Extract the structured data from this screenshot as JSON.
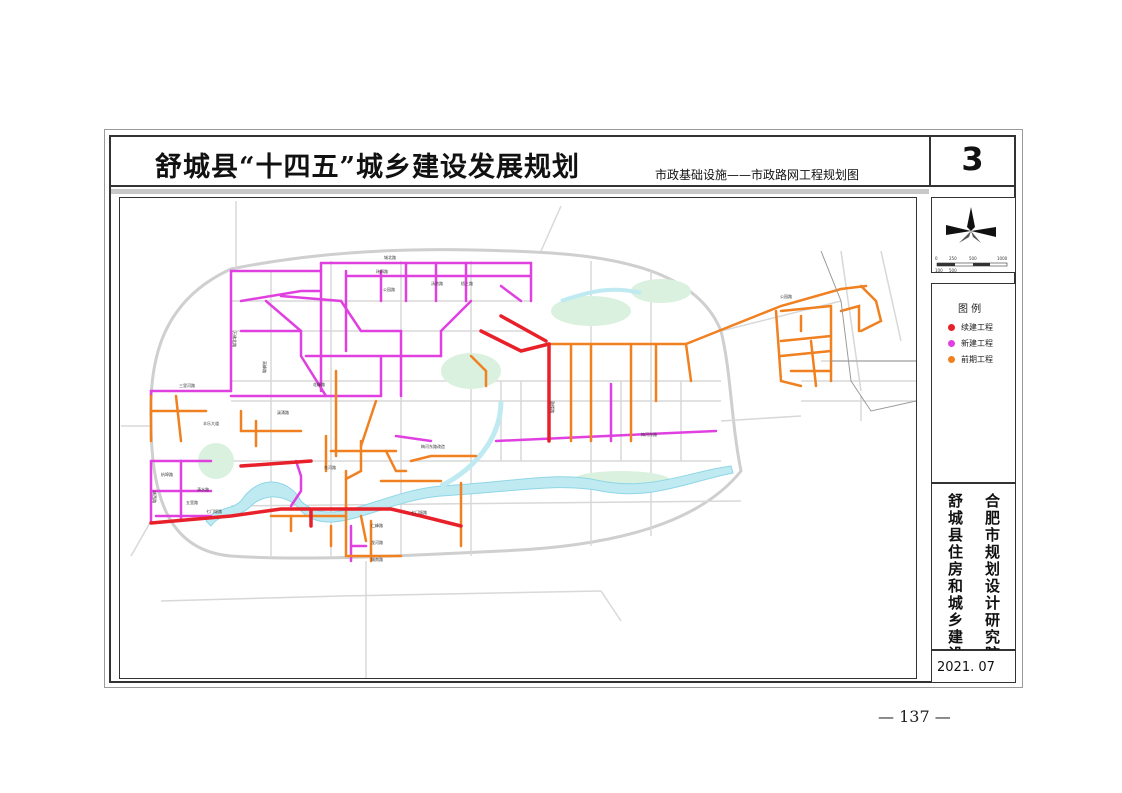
{
  "title": {
    "main": "舒城县“十四五”城乡建设发展规划",
    "sub": "市政基础设施——市政路网工程规划图",
    "sheet_number": "3"
  },
  "legend": {
    "title": "图  例",
    "items": [
      {
        "label": "续建工程",
        "color": "#e8202a"
      },
      {
        "label": "新建工程",
        "color": "#e040e0"
      },
      {
        "label": "前期工程",
        "color": "#f08020"
      }
    ]
  },
  "scale": {
    "labels": [
      "0",
      "250",
      "500",
      "1000",
      "100",
      "500"
    ]
  },
  "credits": {
    "designer": "合肥市规划设计研究院",
    "owner": "舒城县住房和城乡建设局"
  },
  "date": "2021. 07",
  "page_number": "— 137 —",
  "colors": {
    "continuing": "#e8202a",
    "new": "#e040e0",
    "preliminary": "#f08020",
    "river": "#bfeaf2",
    "base_road": "#d8d8d8"
  },
  "road_labels": {
    "r1": "城北路",
    "r2": "玮四路",
    "r3": "公园路",
    "r4": "汤池路",
    "r5": "梧三路",
    "r6": "万佛北路",
    "r7": "高峰路",
    "r8": "花峰路",
    "r9": "梅河东路",
    "r10": "七门堰路",
    "r11": "仁峰路",
    "r12": "龙河路",
    "r13": "城南路",
    "r14": "鼓楼路",
    "r15": "城西路",
    "r16": "清水路",
    "r17": "五里路",
    "r18": "东河路",
    "r19": "公园路",
    "r20": "溪涌路",
    "r21": "梅河东路改造",
    "r22": "三里河路",
    "r23": "丰乐大道",
    "r24": "杭埠路"
  }
}
